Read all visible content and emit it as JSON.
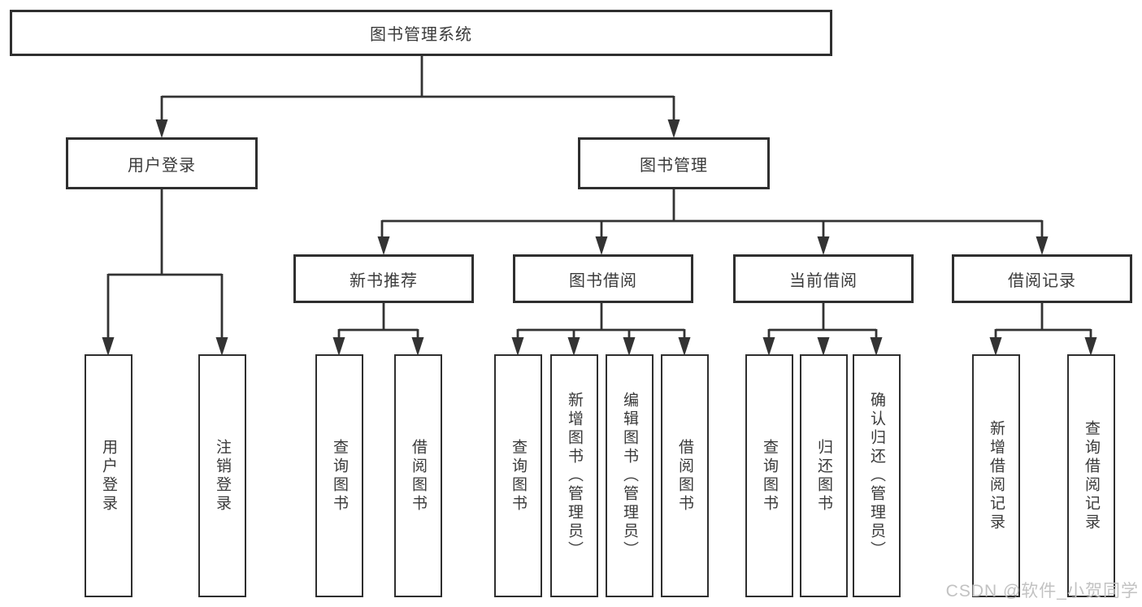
{
  "root": {
    "label": "图书管理系统"
  },
  "level2": [
    {
      "label": "用户登录"
    },
    {
      "label": "图书管理"
    }
  ],
  "level3": [
    {
      "label": "新书推荐"
    },
    {
      "label": "图书借阅"
    },
    {
      "label": "当前借阅"
    },
    {
      "label": "借阅记录"
    }
  ],
  "leaves": [
    {
      "label": "用户登录"
    },
    {
      "label": "注销登录"
    },
    {
      "label": "查询图书"
    },
    {
      "label": "借阅图书"
    },
    {
      "label": "查询图书"
    },
    {
      "label": "新增图书（管理员）"
    },
    {
      "label": "编辑图书（管理员）"
    },
    {
      "label": "借阅图书"
    },
    {
      "label": "查询图书"
    },
    {
      "label": "归还图书"
    },
    {
      "label": "确认归还（管理员）"
    },
    {
      "label": "新增借阅记录"
    },
    {
      "label": "查询借阅记录"
    }
  ],
  "watermark": "CSDN @软件_小贺同学",
  "colors": {
    "line": "#333333",
    "border": "#2f2f2f",
    "text": "#3a3a3a",
    "watermark": "#c2c2c2",
    "background": "#ffffff"
  }
}
